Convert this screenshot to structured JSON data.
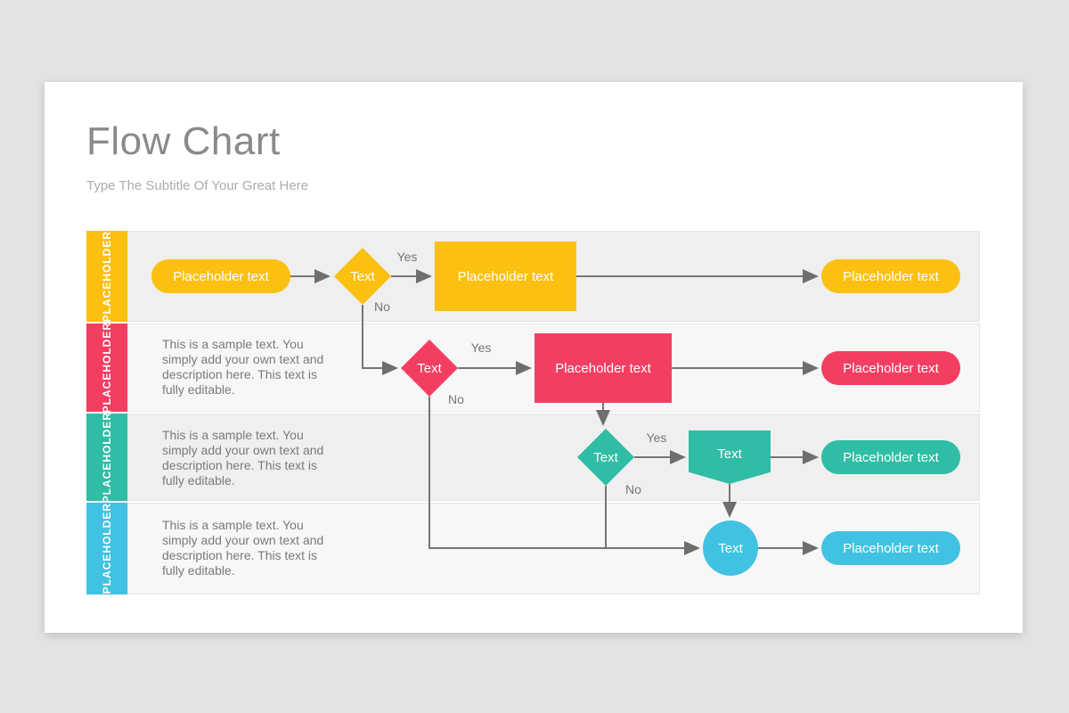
{
  "slide": {
    "title": "Flow Chart",
    "subtitle": "Type The Subtitle Of Your Great Here"
  },
  "colors": {
    "yellow": "#FCC012",
    "pink": "#F43E61",
    "teal": "#30BDA5",
    "cyan": "#42C2E2",
    "connector": "#757575"
  },
  "lanes": [
    {
      "label": "PLACEHOLDER"
    },
    {
      "label": "PLACEHOLDER",
      "description": "This is a sample text. You simply add your own text and description here. This text is fully editable."
    },
    {
      "label": "PLACEHOLDER",
      "description": "This is a sample text. You simply add your own text and description here. This text is fully editable."
    },
    {
      "label": "PLACEHOLDER",
      "description": "This is a sample text. You simply add your own text and description here. This text is fully editable."
    }
  ],
  "flow": {
    "row1": {
      "start": "Placeholder text",
      "decision": "Text",
      "process": "Placeholder text",
      "end": "Placeholder text",
      "yes": "Yes",
      "no": "No"
    },
    "row2": {
      "decision": "Text",
      "process": "Placeholder text",
      "end": "Placeholder text",
      "yes": "Yes",
      "no": "No"
    },
    "row3": {
      "decision": "Text",
      "process": "Text",
      "end": "Placeholder text",
      "yes": "Yes",
      "no": "No"
    },
    "row4": {
      "terminal": "Text",
      "end": "Placeholder text"
    }
  }
}
